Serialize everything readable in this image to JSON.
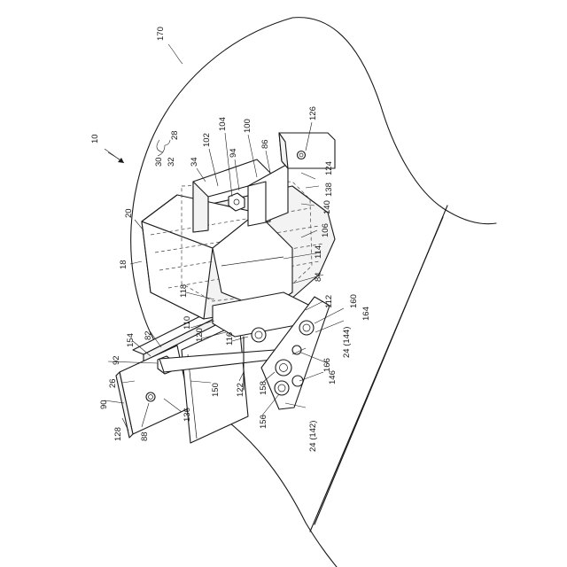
{
  "labels": {
    "l170": "170",
    "l10": "10",
    "l126": "126",
    "l104": "104",
    "l102": "102",
    "l94": "94",
    "l100": "100",
    "l86": "86",
    "l28": "28",
    "l30": "30",
    "l32": "32",
    "l34": "34",
    "l124": "124",
    "l138": "138",
    "l140": "140",
    "l106": "106",
    "l20": "20",
    "l18": "18",
    "l114": "114",
    "l84": "84",
    "l118": "118",
    "l112": "112",
    "l160": "160",
    "l164": "164",
    "l110": "110",
    "l120": "120",
    "l116": "116",
    "l154": "154",
    "l82": "82",
    "l144": "24 (144)",
    "l92": "92",
    "l166": "166",
    "l26": "26",
    "l150": "150",
    "l122": "122",
    "l158": "158",
    "l146": "146",
    "l90": "90",
    "l156": "156",
    "l128": "128",
    "l88": "88",
    "l136": "136",
    "l142": "24 (142)"
  }
}
